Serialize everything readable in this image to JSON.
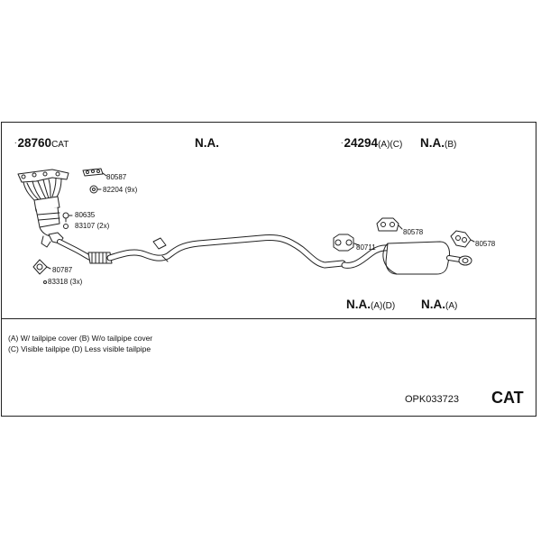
{
  "parts_header": {
    "manifold": {
      "number": "28760",
      "suffix": "CAT"
    },
    "mid_pipe": {
      "text": "N.A."
    },
    "rear_silencer": {
      "number": "24294",
      "suffix": "(A)(C)"
    },
    "rear_alt_b": {
      "number": "N.A.",
      "suffix": "(B)"
    },
    "tail_ad": {
      "number": "N.A.",
      "suffix": "(A)(D)"
    },
    "tail_a": {
      "number": "N.A.",
      "suffix": "(A)"
    }
  },
  "part_labels": {
    "p80587": "80587",
    "p82204": "82204 (9x)",
    "p80635": "80635",
    "p83107": "83107 (2x)",
    "p80787": "80787",
    "p83318": "83318 (3x)",
    "p80711": "80711",
    "p80578_a": "80578",
    "p80578_b": "80578"
  },
  "legend": {
    "line1": "(A) W/ tailpipe cover (B) W/o tailpipe cover",
    "line2": "(C) Visible tailpipe (D) Less visible tailpipe"
  },
  "footer": {
    "code": "OPK033723",
    "badge": "CAT"
  },
  "colors": {
    "line": "#222222",
    "part_fill": "#ffffff"
  }
}
